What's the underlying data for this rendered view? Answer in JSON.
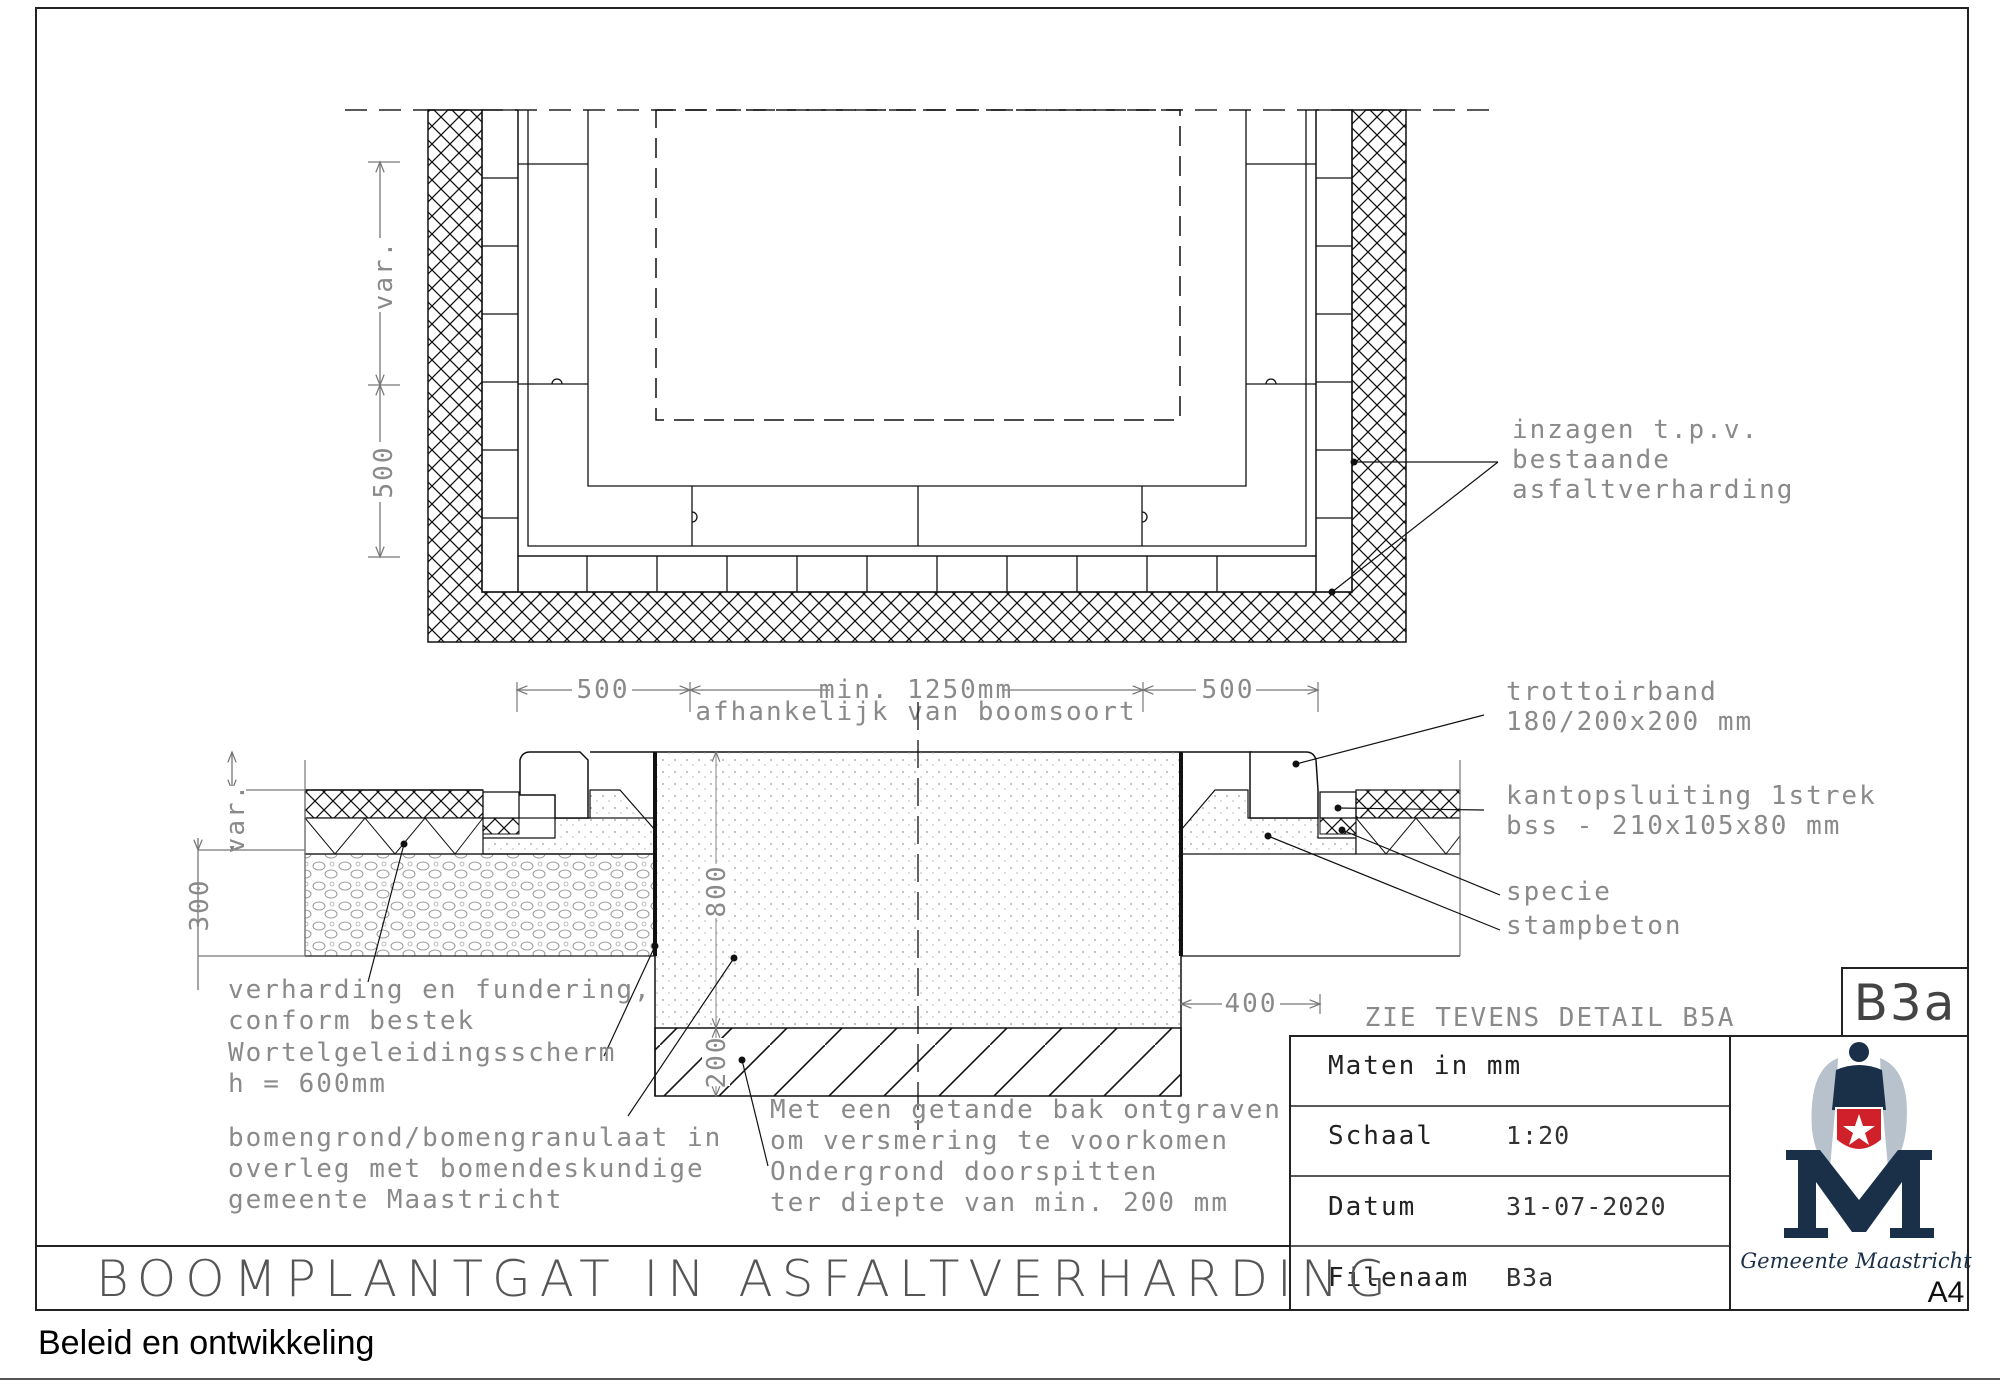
{
  "title": "BOOMPLANTGAT IN ASFALTVERHARDING",
  "code": "B3a",
  "paper": "A4",
  "footer": "Beleid en ontwikkeling",
  "logo": {
    "name": "Gemeente Maastricht",
    "icon": "maastricht-angel-logo-icon"
  },
  "title_block": {
    "units": "Maten in mm",
    "scale_label": "Schaal",
    "scale_value": "1:20",
    "date_label": "Datum",
    "date_value": "31-07-2020",
    "file_label": "Filenaam",
    "file_value": "B3a"
  },
  "see_also": "ZIE TEVENS DETAIL B5A",
  "plan_dims": {
    "var": "var.",
    "d500": "500"
  },
  "section_dims": {
    "left500": "500",
    "middle": "min. 1250mm",
    "middle_note": "afhankelijk van boomsoort",
    "right500": "500",
    "var": "var.",
    "d300": "300",
    "d800": "800",
    "d200": "200",
    "d400": "400"
  },
  "labels": {
    "inzagen": [
      "inzagen t.p.v.",
      "bestaande",
      "asfaltverharding"
    ],
    "trottoirband": [
      "trottoirband",
      "180/200x200 mm"
    ],
    "kantopsluiting": [
      "kantopsluiting 1strek",
      "bss - 210x105x80 mm"
    ],
    "specie": "specie",
    "stampbeton": "stampbeton",
    "verharding": [
      "verharding en fundering,",
      "conform bestek"
    ],
    "wortel": [
      "Wortelgeleidingsscherm",
      "h = 600mm"
    ],
    "bomengrond": [
      "bomengrond/bomengranulaat in",
      "overleg met bomendeskundige",
      "gemeente Maastricht"
    ],
    "getande": [
      "Met een getande bak ontgraven",
      "om versmering te voorkomen",
      "Ondergrond doorspitten",
      "ter diepte van min. 200 mm"
    ]
  },
  "colors": {
    "line": "#111111",
    "annotation": "#8a8a8a",
    "logo_navy": "#1a3048",
    "logo_red": "#d0202a",
    "logo_grey": "#b8c2cc"
  }
}
